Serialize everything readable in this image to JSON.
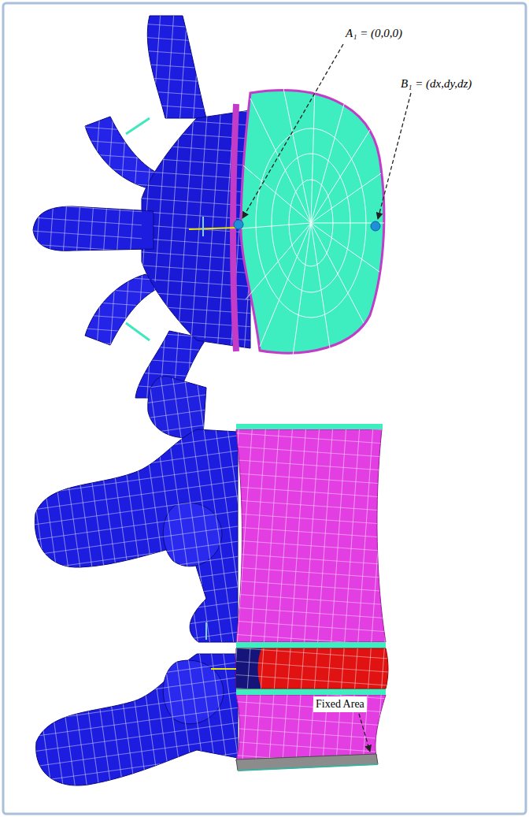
{
  "diagram": {
    "labels": [
      "A₁ = (0,0,0)",
      "B₁ = (dx,dy,dz)",
      "Fixed Area"
    ]
  }
}
